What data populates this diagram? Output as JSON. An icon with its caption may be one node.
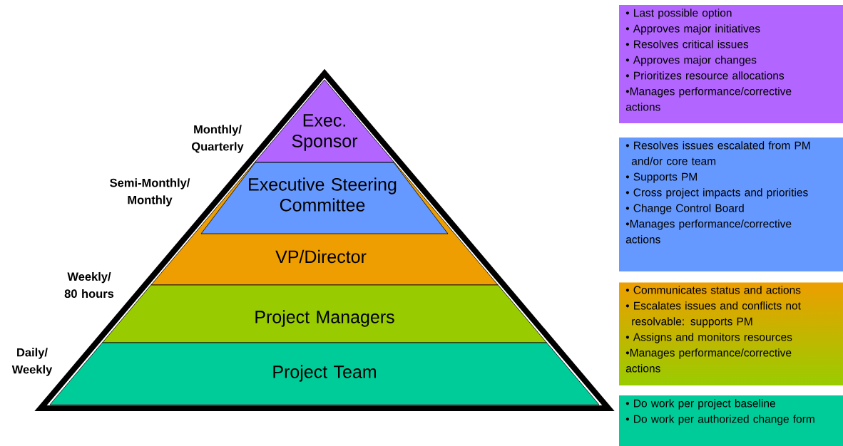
{
  "diagram": {
    "nodes": [
      {
        "text": [
          "Exec. Sponsor"
        ]
      },
      {
        "text": [
          "Executive Steering Committee"
        ],
        "in": 2
      },
      {
        "text": [
          "VP/Director"
        ]
      },
      {
        "text": [
          "Project Managers"
        ]
      },
      {
        "text": [
          "Project Team"
        ]
      },
      {
        "text": [
          "• Last possible option",
          "• Approves major initiatives",
          "• Resolves critical issues",
          "• Approves major changes",
          "• Prioritizes resource allocations",
          "•Manages performance/corrective actions"
        ]
      },
      {
        "text": [
          "• Resolves issues escalated from PM and/or core team",
          "• Supports PM",
          "• Cross project impacts and priorities",
          "• Change Control Board",
          "•Manages performance/corrective actions"
        ]
      },
      {
        "text": [
          "• Communicates status and actions",
          "• Escalates issues and conflicts not resolvable: supports PM",
          "• Assigns and monitors resources",
          "•Manages performance/corrective actions"
        ]
      },
      {
        "text": [
          "• Do work per project baseline",
          "• Do work per authorized change form"
        ]
      }
    ],
    "labels": [
      "Monthly/ Quarterly",
      "Semi-Monthly/ Monthly",
      "Weekly/ 80 hours",
      "Daily/ Weekly"
    ]
  }
}
